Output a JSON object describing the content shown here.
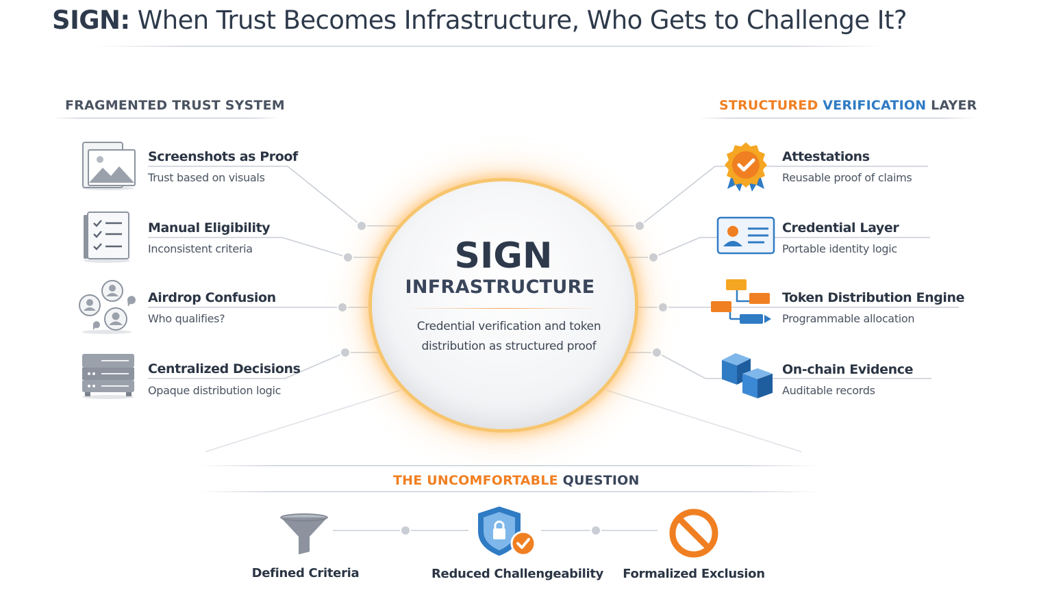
{
  "title": {
    "lead": "SIGN:",
    "rest": " When Trust Becomes Infrastructure, Who Gets to Challenge It?"
  },
  "left": {
    "heading": "FRAGMENTED TRUST SYSTEM",
    "items": [
      {
        "title": "Screenshots as Proof",
        "sub": "Trust based on visuals",
        "icon": "image-document-icon"
      },
      {
        "title": "Manual Eligibility",
        "sub": "Inconsistent criteria",
        "icon": "checklist-icon"
      },
      {
        "title": "Airdrop Confusion",
        "sub": "Who qualifies?",
        "icon": "users-group-icon"
      },
      {
        "title": "Centralized Decisions",
        "sub": "Opaque distribution logic",
        "icon": "server-icon"
      }
    ]
  },
  "right": {
    "heading_parts": [
      "STRUCTURED ",
      "VERIFICATION ",
      "LAYER"
    ],
    "items": [
      {
        "title": "Attestations",
        "sub": "Reusable proof of claims",
        "icon": "badge-check-icon"
      },
      {
        "title": "Credential Layer",
        "sub": "Portable identity logic",
        "icon": "id-card-icon"
      },
      {
        "title": "Token Distribution Engine",
        "sub": "Programmable allocation",
        "icon": "flow-diagram-icon"
      },
      {
        "title": "On-chain Evidence",
        "sub": "Auditable records",
        "icon": "cubes-icon"
      }
    ]
  },
  "hub": {
    "title": "SIGN",
    "subtitle": "INFRASTRUCTURE",
    "desc_line1": "Credential verification and token",
    "desc_line2": "distribution as structured proof"
  },
  "bottom": {
    "heading_parts": [
      "THE UNCOMFORTABLE ",
      "QUESTION"
    ],
    "items": [
      {
        "label": "Defined Criteria",
        "icon": "funnel-icon"
      },
      {
        "label": "Reduced Challengeability",
        "icon": "shield-lock-icon"
      },
      {
        "label": "Formalized Exclusion",
        "icon": "prohibited-icon"
      }
    ]
  },
  "colors": {
    "orange": "#f07f22",
    "blue": "#2f7bc4",
    "dark": "#2e3a4b"
  }
}
